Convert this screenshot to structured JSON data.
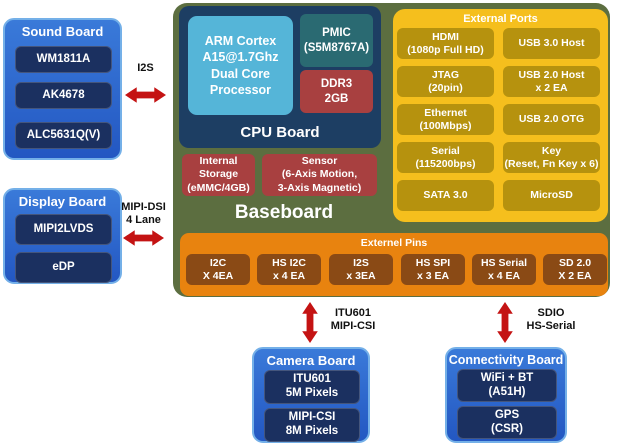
{
  "colors": {
    "baseboard_green": "#5c6e40",
    "cpu_navy": "#1d3e63",
    "processor_blue": "#55b5d8",
    "pmic_teal": "#2a6a72",
    "memory_red": "#a84040",
    "ports_gold": "#f5bf1d",
    "port_item_gold": "#b6920e",
    "pins_orange": "#e8830f",
    "pin_item_brown": "#8a4a15",
    "board_blue": "#2357c2",
    "board_blue_light": "#3a7ad9",
    "board_border_blue": "#74b0e8",
    "chip_navy": "#1b3060",
    "arrow_red": "#c41313"
  },
  "sound_board": {
    "title": "Sound Board",
    "items": [
      "WM1811A",
      "AK4678",
      "ALC5631Q(V)"
    ]
  },
  "display_board": {
    "title": "Display Board",
    "items": [
      "MIPI2LVDS",
      "eDP"
    ]
  },
  "camera_board": {
    "title": "Camera Board",
    "items": [
      "ITU601\n5M Pixels",
      "MIPI-CSI\n8M Pixels"
    ]
  },
  "connectivity_board": {
    "title": "Connectivity Board",
    "items": [
      "WiFi + BT\n(A51H)",
      "GPS\n(CSR)"
    ]
  },
  "baseboard": {
    "label": "Baseboard",
    "cpu_board": {
      "label": "CPU Board",
      "processor": "ARM Cortex\nA15@1.7Ghz\nDual Core\nProcessor",
      "pmic": "PMIC\n(S5M8767A)",
      "ddr3": "DDR3\n2GB"
    },
    "internal_storage": "Internal\nStorage\n(eMMC/4GB)",
    "sensor": "Sensor\n(6-Axis Motion,\n3-Axis Magnetic)",
    "external_ports": {
      "title": "External Ports",
      "left_column": [
        "HDMI\n(1080p Full HD)",
        "JTAG\n(20pin)",
        "Ethernet\n(100Mbps)",
        "Serial\n(115200bps)",
        "SATA 3.0"
      ],
      "right_column": [
        "USB 3.0 Host",
        "USB 2.0 Host\nx 2 EA",
        "USB 2.0 OTG",
        "Key\n(Reset, Fn Key x 6)",
        "MicroSD"
      ]
    },
    "external_pins": {
      "title": "Externel Pins",
      "items": [
        "I2C\nX 4EA",
        "HS I2C\nx 4 EA",
        "I2S\nx 3EA",
        "HS SPI\nx 3 EA",
        "HS Serial\nx 4 EA",
        "SD 2.0\nX 2 EA"
      ]
    }
  },
  "connections": {
    "i2s": "I2S",
    "mipi_dsi": "MIPI-DSI\n4 Lane",
    "camera_link": "ITU601\nMIPI-CSI",
    "connectivity_link": "SDIO\nHS-Serial"
  }
}
